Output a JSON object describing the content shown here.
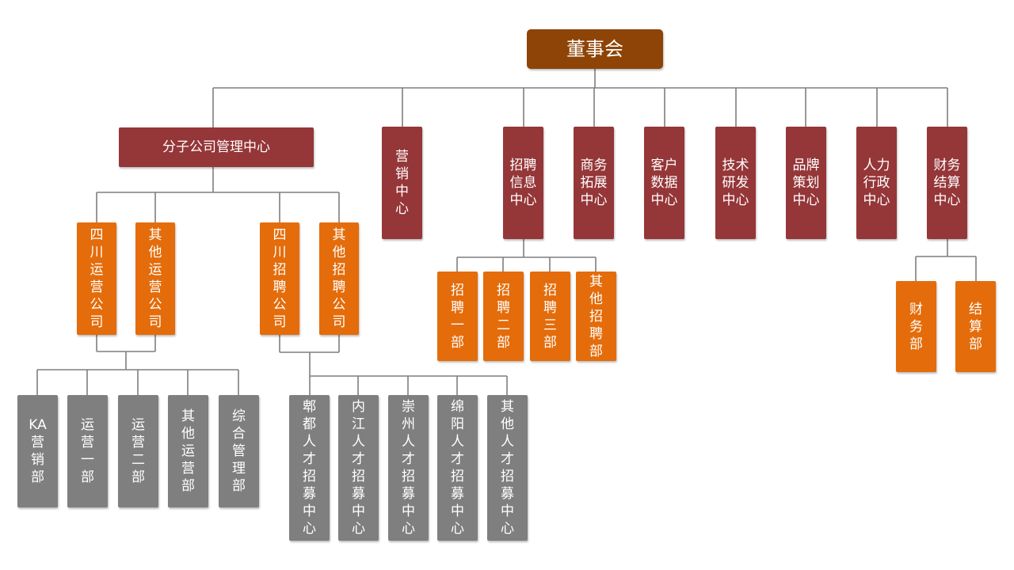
{
  "colors": {
    "root": "#8e4406",
    "department": "#953638",
    "sub_unit": "#e46c0a",
    "leaf_unit": "#7f7f7f",
    "connector": "#7f7f7f"
  },
  "root": {
    "label": "董事会"
  },
  "subsidiary_center": {
    "label": "分子公司管理中心",
    "operations": {
      "sichuan": "四\n川\n运\n营\n公\n司",
      "other": "其\n他\n运\n营\n公\n司",
      "units": [
        "KA\n营\n销\n部",
        "运\n营\n一\n部",
        "运\n营\n二\n部",
        "其\n他\n运\n营\n部",
        "综\n合\n管\n理\n部"
      ]
    },
    "recruiting": {
      "sichuan": "四\n川\n招\n聘\n公\n司",
      "other": "其\n他\n招\n聘\n公\n司",
      "units": [
        "郫\n都\n人\n才\n招\n募\n中\n心",
        "内\n江\n人\n才\n招\n募\n中\n心",
        "崇\n州\n人\n才\n招\n募\n中\n心",
        "绵\n阳\n人\n才\n招\n募\n中\n心",
        "其\n他\n人\n才\n招\n募\n中\n心"
      ]
    }
  },
  "departments": [
    "营\n销\n中\n心",
    "招聘\n信息\n中心",
    "商务\n拓展\n中心",
    "客户\n数据\n中心",
    "技术\n研发\n中心",
    "品牌\n策划\n中心",
    "人力\n行政\n中心",
    "财务\n结算\n中心"
  ],
  "recruitment_units": [
    "招\n聘\n一\n部",
    "招\n聘\n二\n部",
    "招\n聘\n三\n部",
    "其\n他\n招\n聘\n部"
  ],
  "finance_units": [
    "财\n务\n部",
    "结\n算\n部"
  ]
}
